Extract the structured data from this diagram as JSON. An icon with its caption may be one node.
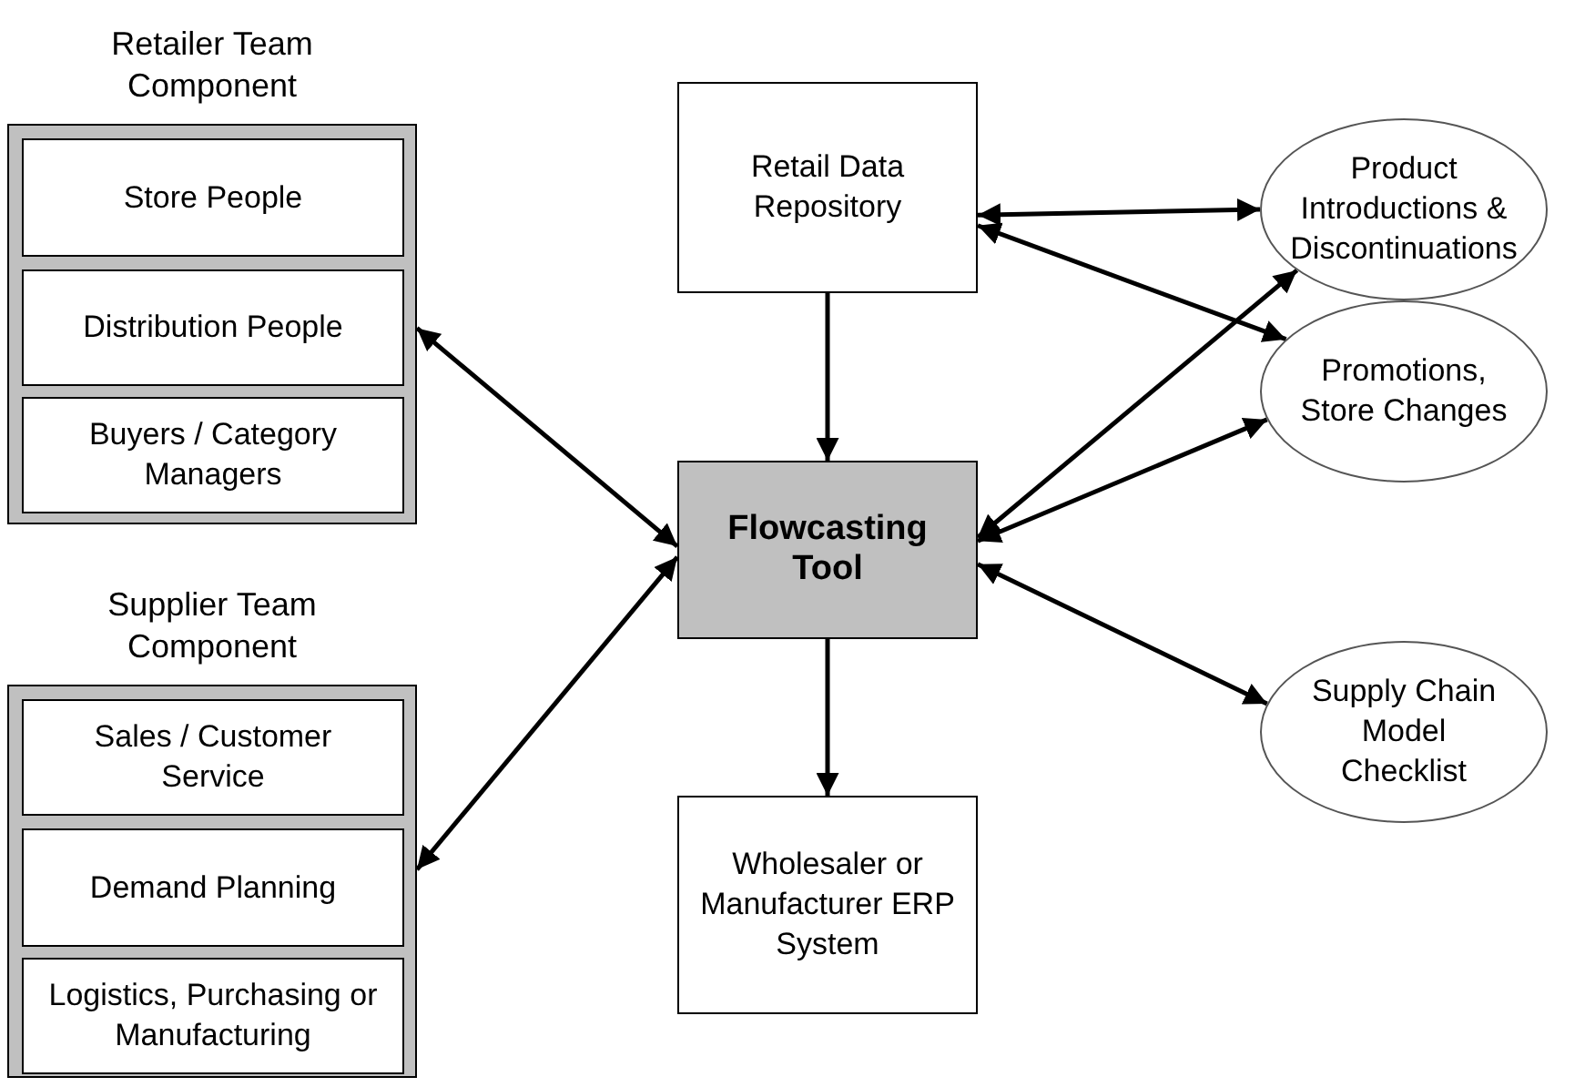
{
  "diagram": {
    "nodes": [
      {
        "text": [
          "Retailer Team Component"
        ]
      },
      {
        "text": [
          "Store People"
        ],
        "in": 0
      },
      {
        "text": [
          "Distribution People"
        ],
        "in": 0
      },
      {
        "text": [
          "Buyers / Category Managers"
        ],
        "in": 0
      },
      {
        "text": [
          "Supplier Team Component"
        ]
      },
      {
        "text": [
          "Sales / Customer Service"
        ],
        "in": 4
      },
      {
        "text": [
          "Demand Planning"
        ],
        "in": 4
      },
      {
        "text": [
          "Logistics, Purchasing or Manufacturing"
        ],
        "in": 4
      },
      {
        "text": [
          "Retail Data Repository"
        ]
      },
      {
        "text": [
          "Flowcasting Tool"
        ]
      },
      {
        "text": [
          "Wholesaler or Manufacturer ERP System"
        ]
      },
      {
        "text": [
          "Product Introductions & Discontinuations"
        ]
      },
      {
        "text": [
          "Promotions, Store Changes"
        ]
      },
      {
        "text": [
          "Supply Chain Model Checklist"
        ]
      }
    ],
    "edges": [
      {
        "from": 0,
        "to": 9,
        "arrow": "both"
      },
      {
        "from": 4,
        "to": 9,
        "arrow": "both"
      },
      {
        "from": 8,
        "to": 9,
        "arrow": "to"
      },
      {
        "from": 9,
        "to": 10,
        "arrow": "to"
      },
      {
        "from": 8,
        "to": 11,
        "arrow": "both"
      },
      {
        "from": 8,
        "to": 12,
        "arrow": "both"
      },
      {
        "from": 9,
        "to": 11,
        "arrow": "both"
      },
      {
        "from": 9,
        "to": 12,
        "arrow": "both"
      },
      {
        "from": 9,
        "to": 13,
        "arrow": "both"
      }
    ]
  }
}
